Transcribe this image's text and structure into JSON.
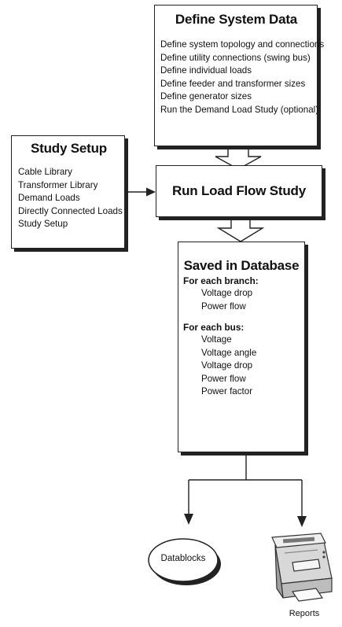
{
  "define_system_data": {
    "title": "Define System Data",
    "items": [
      "Define system topology and connections",
      "Define utility connections (swing bus)",
      "Define individual loads",
      "Define feeder and transformer sizes",
      "Define generator sizes",
      "Run the Demand Load Study (optional)"
    ]
  },
  "study_setup": {
    "title": "Study Setup",
    "items": [
      "Cable Library",
      "Transformer Library",
      "Demand Loads",
      "Directly Connected Loads",
      "Study Setup"
    ]
  },
  "run_load_flow": {
    "title": "Run Load Flow Study"
  },
  "saved_in_database": {
    "title": "Saved in Database",
    "branch": {
      "heading": "For each branch:",
      "items": [
        "Voltage drop",
        "Power flow"
      ]
    },
    "bus": {
      "heading": "For each bus:",
      "items": [
        "Voltage",
        "Voltage angle",
        "Voltage drop",
        "Power flow",
        "Power factor"
      ]
    }
  },
  "outputs": {
    "datablocks": "Datablocks",
    "reports": "Reports"
  }
}
